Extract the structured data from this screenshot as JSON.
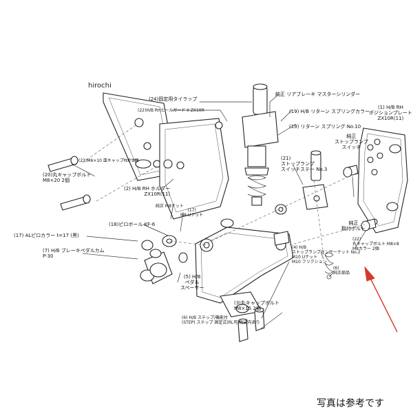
{
  "watermark": "hirochi",
  "caption": "写真は参考です",
  "labels": {
    "l24": "(24)固定用タイラップ",
    "l22_heel": "(22)H/B RHヒールガード II ZX10R",
    "master": "純正 リアブレーキ マスターシリンダー",
    "l19_collar": "(19) H/B リターン スプリングカラー",
    "l19_spring": "(19) リターン スプリング No.10",
    "position_plate": "(1) H/B RH\nポジションプレート\nZX10R(11)",
    "switch": "純正\nストップランプ\nスイッチ",
    "l23": "(23)M6×10 皿キャップ(LC 2個",
    "l20": "(20)丸キャップボルト\nM8×20 2個",
    "l2": "(2) H/B RH ホルダー\nZX10R(11)",
    "l21": "(21)\nストップランプ\nスイッチステー No.3",
    "nut_m8": "純正 M8ナット",
    "l17_right": "(17)\nM8 Uナット",
    "l18": "(18)ピロボール KF-6",
    "l17_collar": "(17) ALピロカラー t=17 (黒)",
    "l7": "(7) H/B ブレーキペダルカム\nP-30",
    "l5": "(5) H/B\nペダル\nスペーサー",
    "l4": "(4) H/B\nストップランプセンサーナット No.2\nM10 Uナット\nM10 フリクション",
    "l6": "(6)\n純正部品",
    "bolt_m8_right": "純正\n取付ボルト",
    "l22_bolt": "(22)\n丸キャップボルト M8×8\nM8カラー 2個",
    "l3": "(3)丸キャップボルト\nM8×15 2個",
    "l6_bottom": "(6) H/B ステップ/機能付\n(STEP) ステップ 固定式(RL可)例式内あり"
  },
  "colors": {
    "arrow": "#d23a2e",
    "ink": "#222222"
  }
}
